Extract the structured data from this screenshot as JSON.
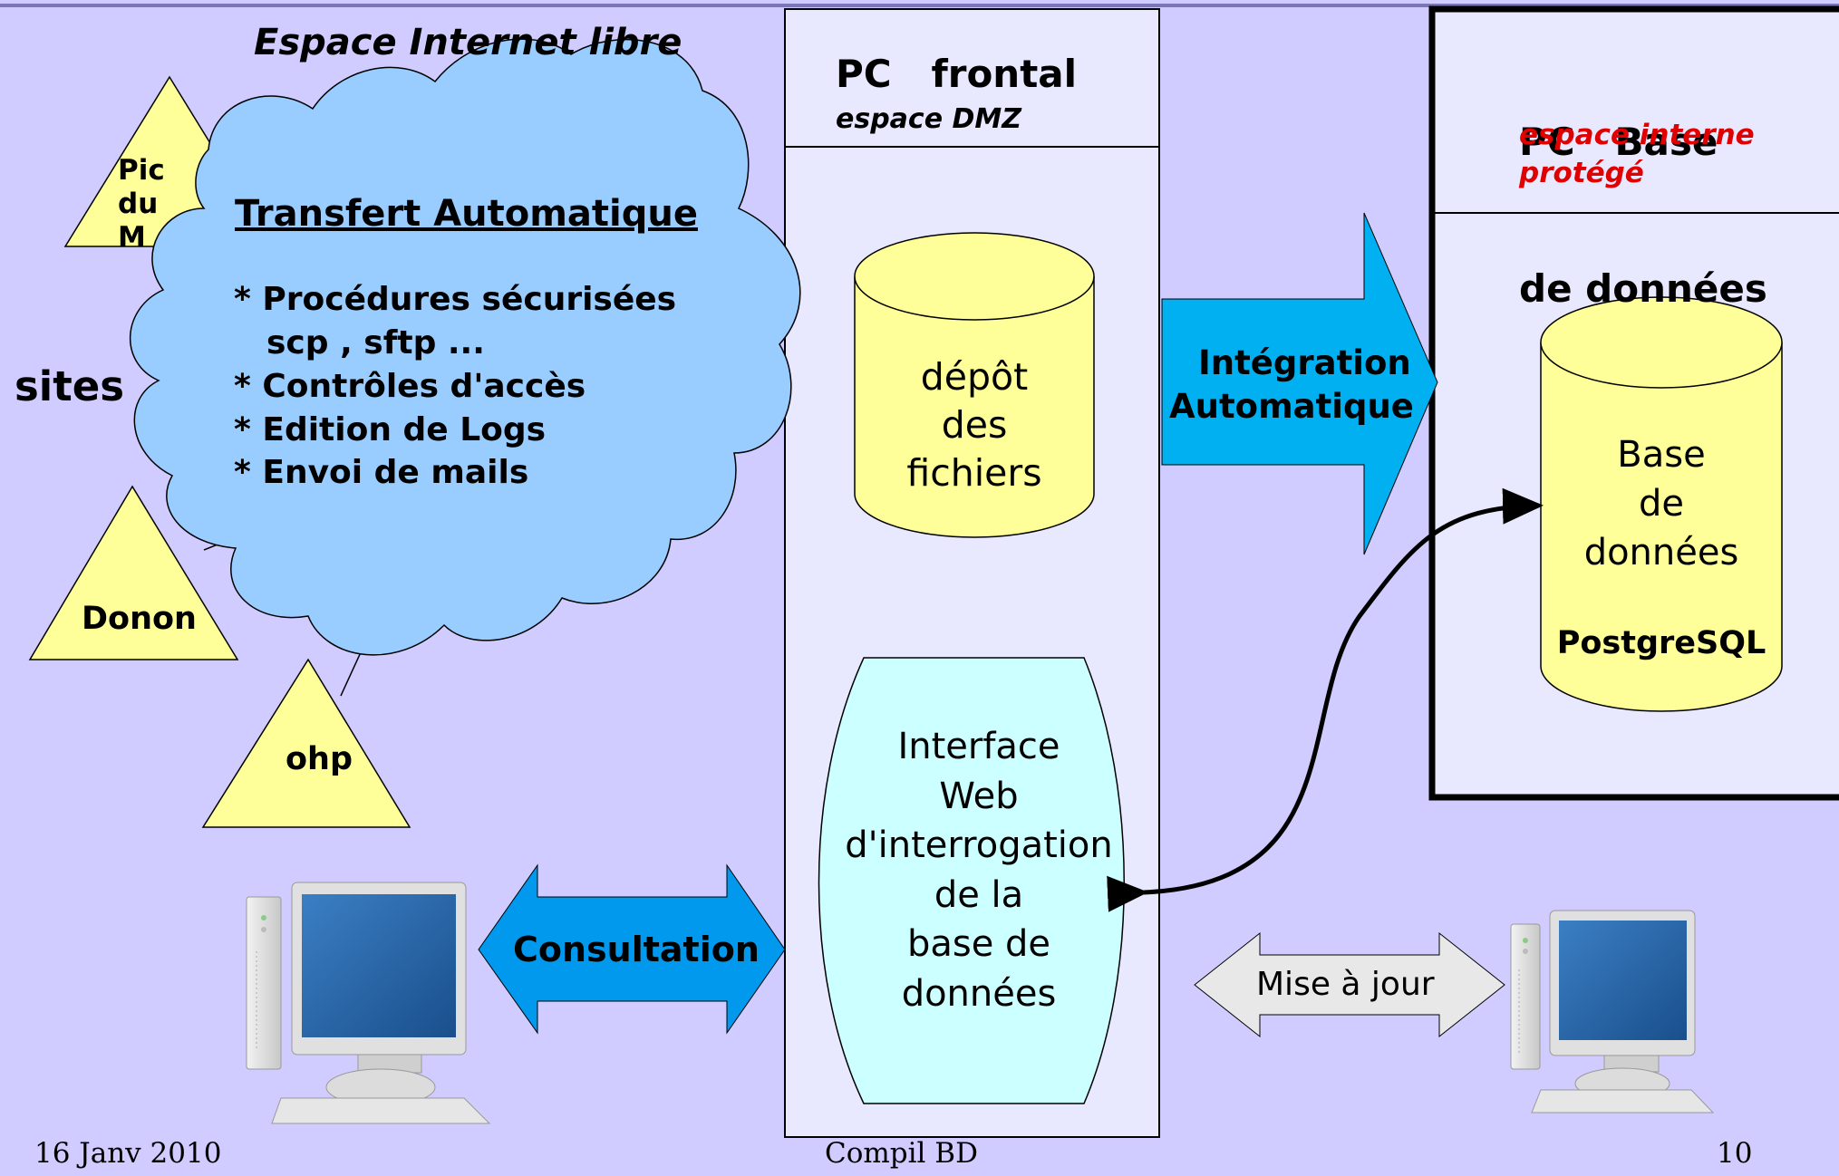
{
  "free_zone": {
    "title": "Espace Internet libre",
    "sites_label": "sites",
    "site_labels": [
      "Pic du M",
      "Donon",
      "ohp"
    ]
  },
  "cloud": {
    "title": "Transfert Automatique",
    "lines": [
      "* Procédures sécurisées",
      "scp , sftp ...",
      "* Contrôles d'accès",
      "* Edition de Logs",
      "* Envoi de mails"
    ]
  },
  "frontend": {
    "title": "PC   frontal",
    "subtitle": "espace DMZ",
    "depot_lines": [
      "dépôt",
      "des",
      "fichiers"
    ],
    "interface_lines": [
      "Interface",
      "Web",
      "d'interrogation",
      "de la",
      "base de",
      "données"
    ]
  },
  "integration_arrow": {
    "lines": [
      "Intégration",
      "Automatique"
    ]
  },
  "consultation_arrow": {
    "label": "Consultation"
  },
  "update_arrow": {
    "label": "Mise à jour"
  },
  "database_pc": {
    "title_lines": [
      "PC   Base",
      "de données"
    ],
    "subtitle_lines": [
      "espace interne",
      "protégé"
    ],
    "db_lines": [
      "Base",
      "de",
      "données"
    ],
    "db_engine": "PostgreSQL"
  },
  "footer": {
    "date": "16 Janv 2010",
    "title": "Compil BD",
    "page": "10"
  },
  "colors": {
    "background": "#d0ccff",
    "cylinder": "#ffff99",
    "cloud": "#99ccff",
    "interface": "#ccffff",
    "integration_arrow": "#00b0f0",
    "consultation_arrow": "#0099ee",
    "update_arrow": "#e8e8e8",
    "protected_text": "#e00000"
  }
}
